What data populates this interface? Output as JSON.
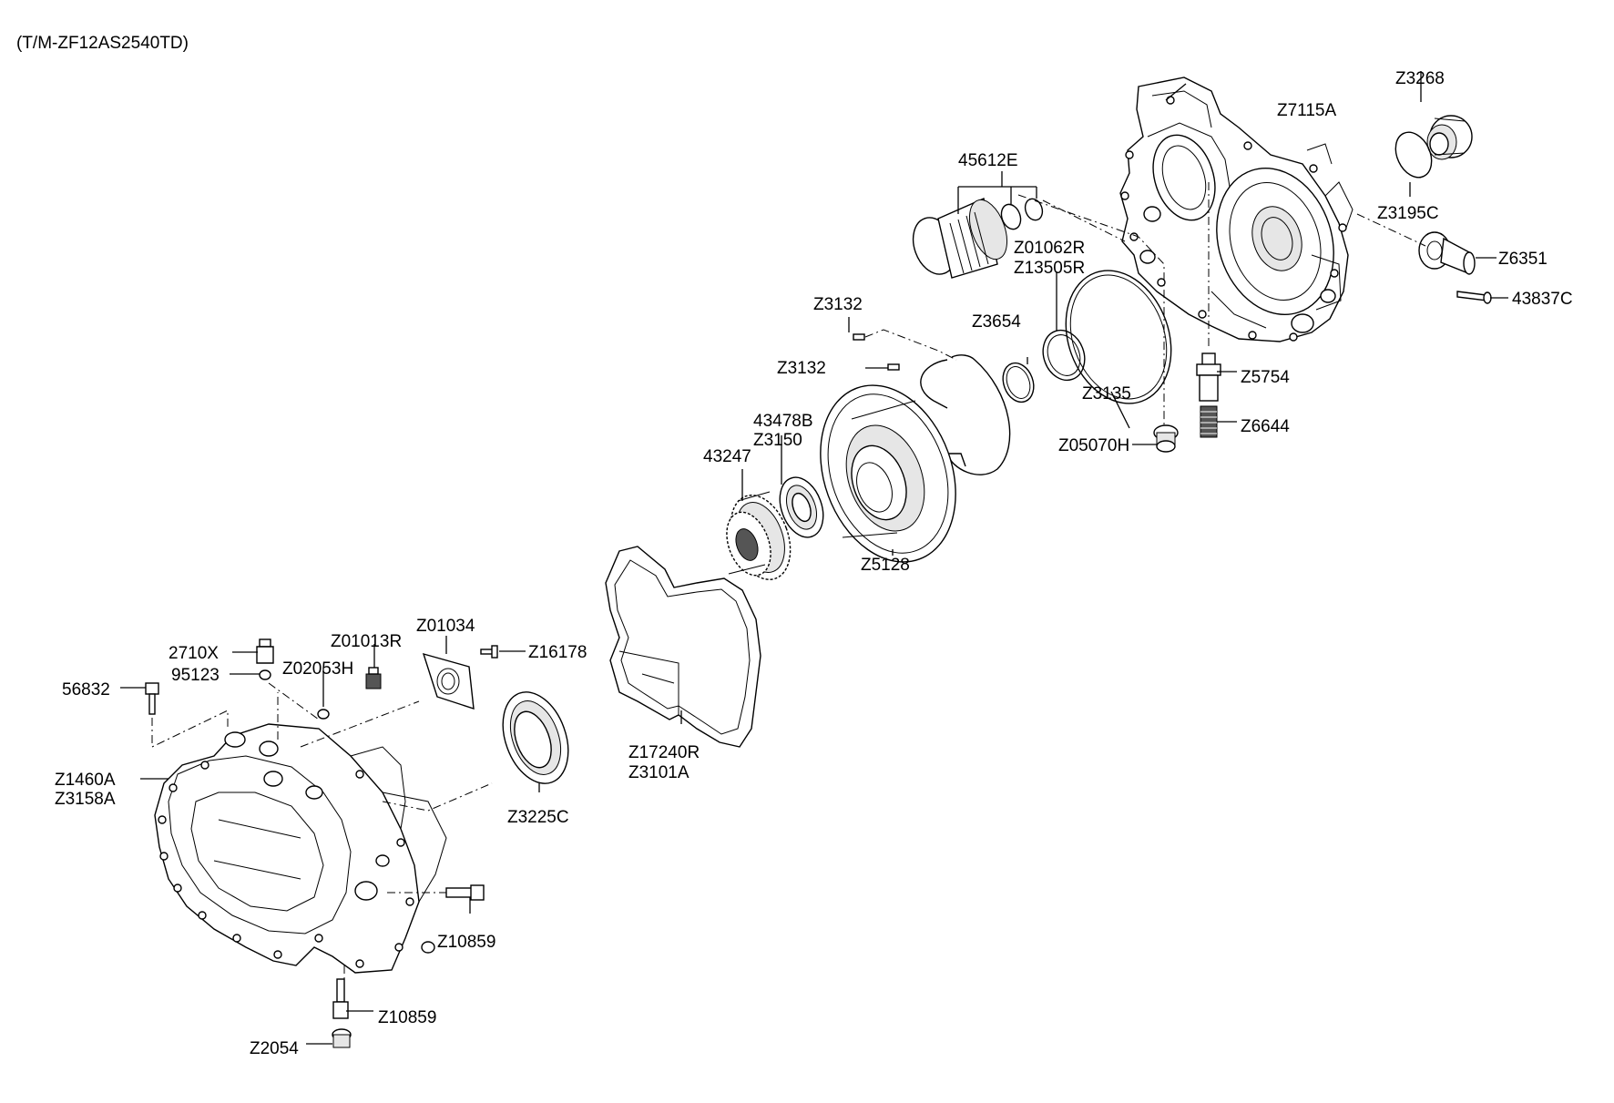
{
  "header": {
    "model": "(T/M-ZF12AS2540TD)"
  },
  "labels": {
    "p45612E": "45612E",
    "pZ7115A": "Z7115A",
    "pZ3268": "Z3268",
    "pZ3195C": "Z3195C",
    "pZ6351": "Z6351",
    "p43837C": "43837C",
    "pZ01062R": "Z01062R",
    "pZ13505R": "Z13505R",
    "pZ3132a": "Z3132",
    "pZ3132b": "Z3132",
    "pZ3654": "Z3654",
    "pZ3135": "Z3135",
    "pZ5754": "Z5754",
    "pZ6644": "Z6644",
    "pZ05070H": "Z05070H",
    "p43478B": "43478B",
    "pZ3150": "Z3150",
    "p43247": "43247",
    "pZ5128": "Z5128",
    "p2710X": "2710X",
    "pZ01013R": "Z01013R",
    "pZ01034": "Z01034",
    "pZ16178": "Z16178",
    "p95123": "95123",
    "pZ02053H": "Z02053H",
    "p56832": "56832",
    "pZ17240R": "Z17240R",
    "pZ3101A": "Z3101A",
    "pZ1460A": "Z1460A",
    "pZ3158A": "Z3158A",
    "pZ3225C": "Z3225C",
    "pZ10859a": "Z10859",
    "pZ10859b": "Z10859",
    "pZ2054": "Z2054"
  }
}
